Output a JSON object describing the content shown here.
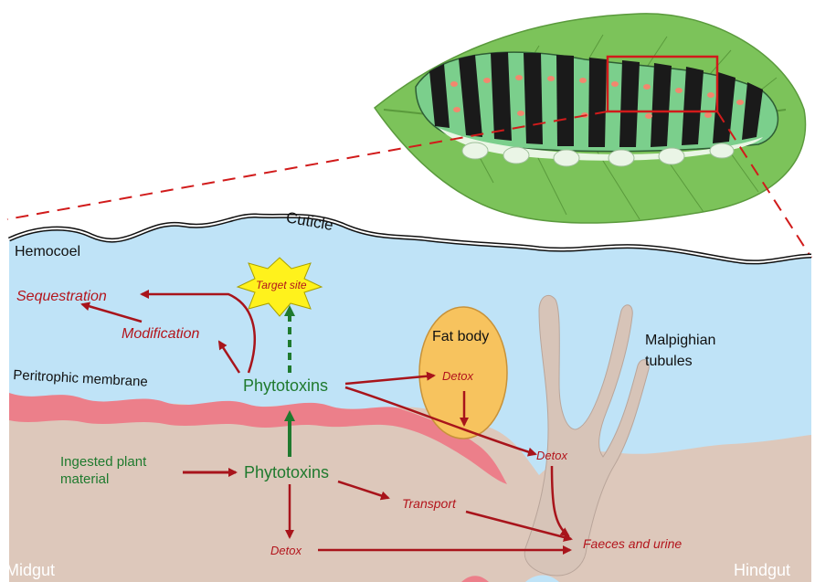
{
  "labels": {
    "cuticle": "Cuticle",
    "hemocoel": "Hemocoel",
    "sequestration": "Sequestration",
    "modification": "Modification",
    "target_site": "Target site",
    "fat_body": "Fat body",
    "malpighian_1": "Malpighian",
    "malpighian_2": "tubules",
    "peritrophic": "Peritrophic membrane",
    "phytotoxins_upper": "Phytotoxins",
    "detox_fat": "Detox",
    "detox_tubule": "Detox",
    "ingested_1": "Ingested plant",
    "ingested_2": "material",
    "phytotoxins_lower": "Phytotoxins",
    "transport": "Transport",
    "detox_gut": "Detox",
    "faeces": "Faeces and urine",
    "midgut": "Midgut",
    "hindgut": "Hindgut"
  },
  "colors": {
    "hemolymph": "#bfe3f7",
    "gut": "#ddc8bb",
    "membrane": "#ec7f8a",
    "fat_body": "#f7c35e",
    "tubules": "#d7c4b8",
    "arrow_red": "#a8141b",
    "arrow_green": "#1f7a2e",
    "target_star": "#fff21c",
    "leaf": "#7cc35a",
    "caterpillar_body": "#7bcf8c"
  }
}
